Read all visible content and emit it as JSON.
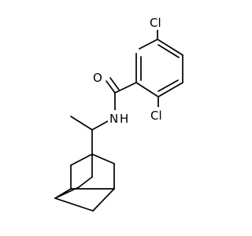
{
  "molecule": {
    "atoms": {
      "cl_top": "Cl",
      "cl_right": "Cl",
      "oxygen": "O",
      "nitrogen": "N",
      "hydrogen": "H"
    },
    "colors": {
      "bond": "#000000",
      "label": "#000000",
      "background": "#ffffff"
    }
  }
}
